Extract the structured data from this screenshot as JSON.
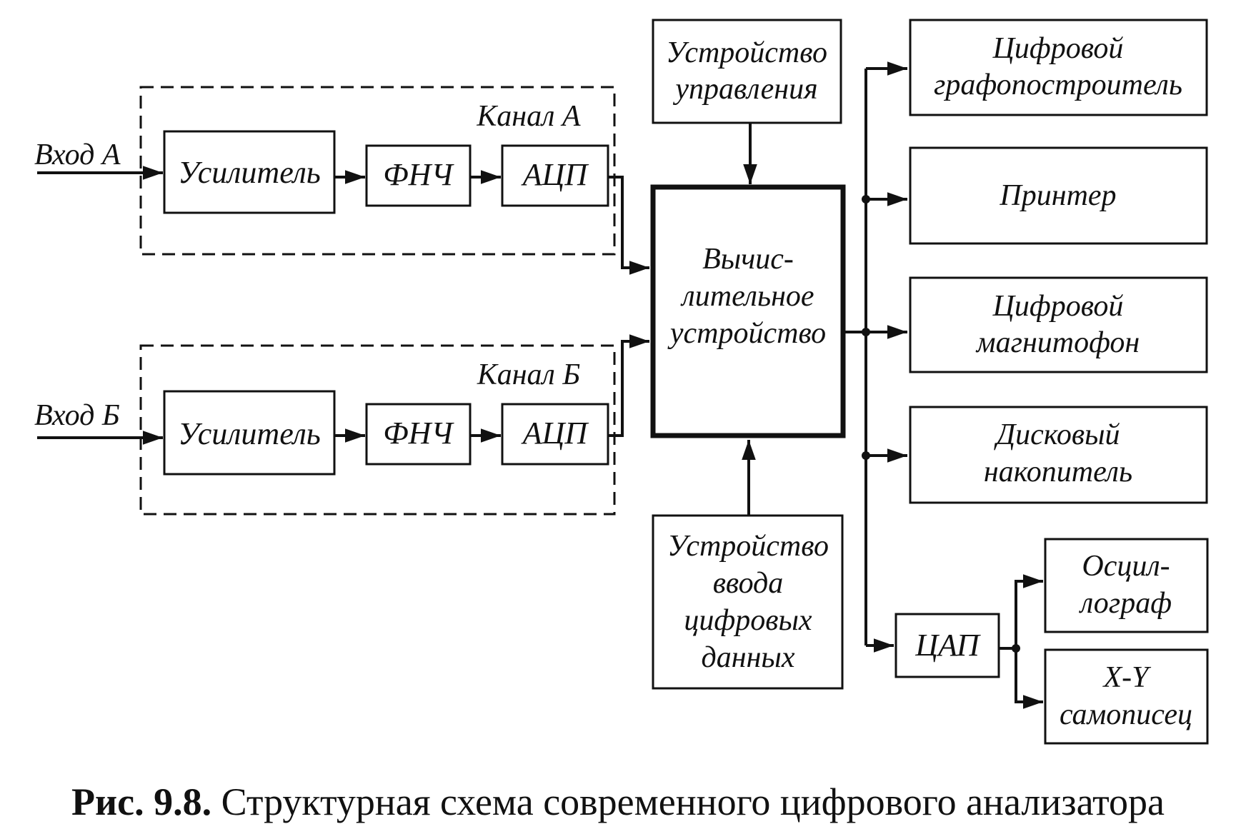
{
  "inputs": {
    "a": "Вход А",
    "b": "Вход Б"
  },
  "channels": {
    "a": {
      "label": "Канал А",
      "amp": "Усилитель",
      "lpf": "ФНЧ",
      "adc": "АЦП"
    },
    "b": {
      "label": "Канал Б",
      "amp": "Усилитель",
      "lpf": "ФНЧ",
      "adc": "АЦП"
    }
  },
  "control_unit": [
    "Устройство",
    "управления"
  ],
  "computing_unit": [
    "Вычис-",
    "лительное",
    "устройство"
  ],
  "data_input_unit": [
    "Устройство",
    "ввода",
    "цифровых",
    "данных"
  ],
  "outputs": {
    "plotter": [
      "Цифровой",
      "графопостроитель"
    ],
    "printer": [
      "Принтер"
    ],
    "recorder": [
      "Цифровой",
      "магнитофон"
    ],
    "disk": [
      "Дисковый",
      "накопитель"
    ],
    "dac": "ЦАП",
    "oscilloscope": [
      "Осцил-",
      "лограф"
    ],
    "xy_recorder": [
      "X-Y",
      "самописец"
    ]
  },
  "caption": {
    "number": "Рис. 9.8.",
    "text": "Структурная схема современного цифрового анализатора"
  }
}
